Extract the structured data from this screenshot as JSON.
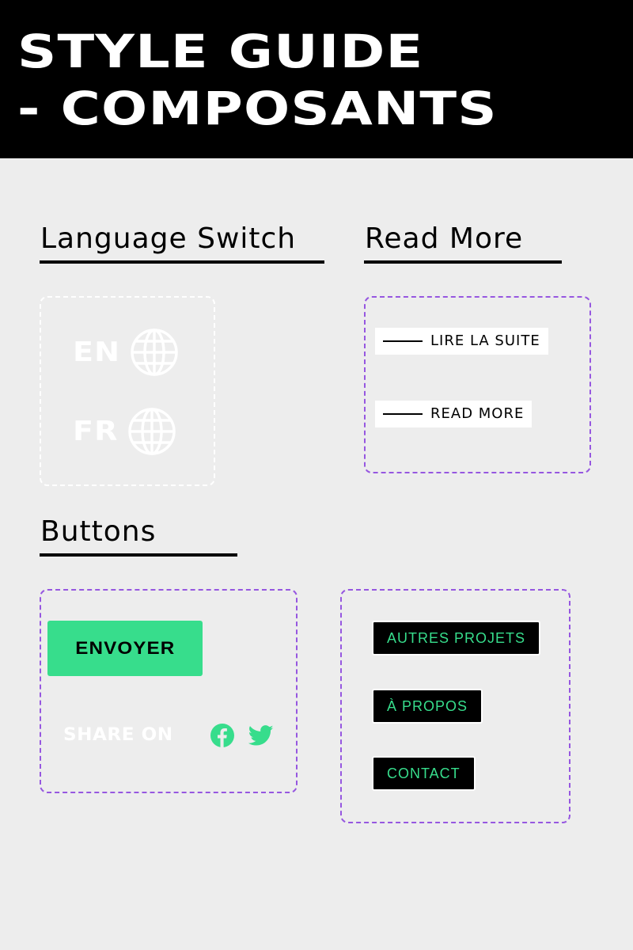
{
  "header": {
    "title_line1": "STYLE GUIDE",
    "title_line2": "- COMPOSANTS"
  },
  "sections": {
    "language_switch": {
      "title": "Language Switch"
    },
    "read_more": {
      "title": "Read More"
    },
    "buttons": {
      "title": "Buttons"
    }
  },
  "language_switch": {
    "items": [
      {
        "code": "EN",
        "icon": "globe-icon"
      },
      {
        "code": "FR",
        "icon": "globe-icon"
      }
    ]
  },
  "read_more": {
    "links": [
      {
        "label": "LIRE LA SUITE"
      },
      {
        "label": "READ MORE"
      }
    ]
  },
  "buttons": {
    "primary_label": "ENVOYER",
    "share_label": "SHARE ON",
    "social_icons": [
      "facebook-icon",
      "twitter-icon"
    ],
    "nav_buttons": [
      {
        "label": "AUTRES PROJETS"
      },
      {
        "label": "À PROPOS"
      },
      {
        "label": "CONTACT"
      }
    ]
  },
  "colors": {
    "background": "#ededed",
    "header_bg": "#000000",
    "accent_green": "#37dd8c",
    "dashed_purple": "#9657e0",
    "dashed_white": "#ffffff"
  }
}
